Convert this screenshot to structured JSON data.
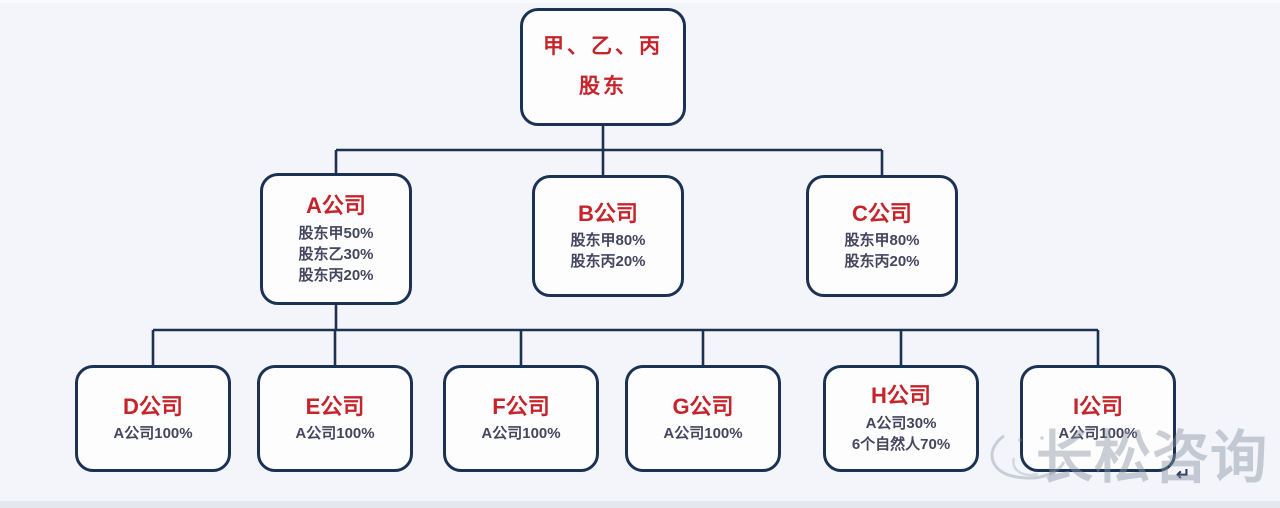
{
  "diagram": {
    "root": {
      "title_line1": "甲、乙、丙",
      "title_line2": "股东"
    },
    "nodes": {
      "A": {
        "title": "A公司",
        "details": [
          "股东甲50%",
          "股东乙30%",
          "股东丙20%"
        ]
      },
      "B": {
        "title": "B公司",
        "details": [
          "股东甲80%",
          "股东丙20%"
        ]
      },
      "C": {
        "title": "C公司",
        "details": [
          "股东甲80%",
          "股东丙20%"
        ]
      },
      "D": {
        "title": "D公司",
        "details": [
          "A公司100%"
        ]
      },
      "E": {
        "title": "E公司",
        "details": [
          "A公司100%"
        ]
      },
      "F": {
        "title": "F公司",
        "details": [
          "A公司100%"
        ]
      },
      "G": {
        "title": "G公司",
        "details": [
          "A公司100%"
        ]
      },
      "H": {
        "title": "H公司",
        "details": [
          "A公司30%",
          "6个自然人70%"
        ]
      },
      "I": {
        "title": "I公司",
        "details": [
          "A公司100%"
        ]
      }
    },
    "colors": {
      "title_red": "#c5242b",
      "border_navy": "#1c3254",
      "detail_text": "#44465e",
      "line_navy": "#1d3152",
      "background": "#f3f5fa"
    }
  },
  "watermark": {
    "text": "长松咨询"
  },
  "marks": {
    "return_symbol": "↵"
  }
}
